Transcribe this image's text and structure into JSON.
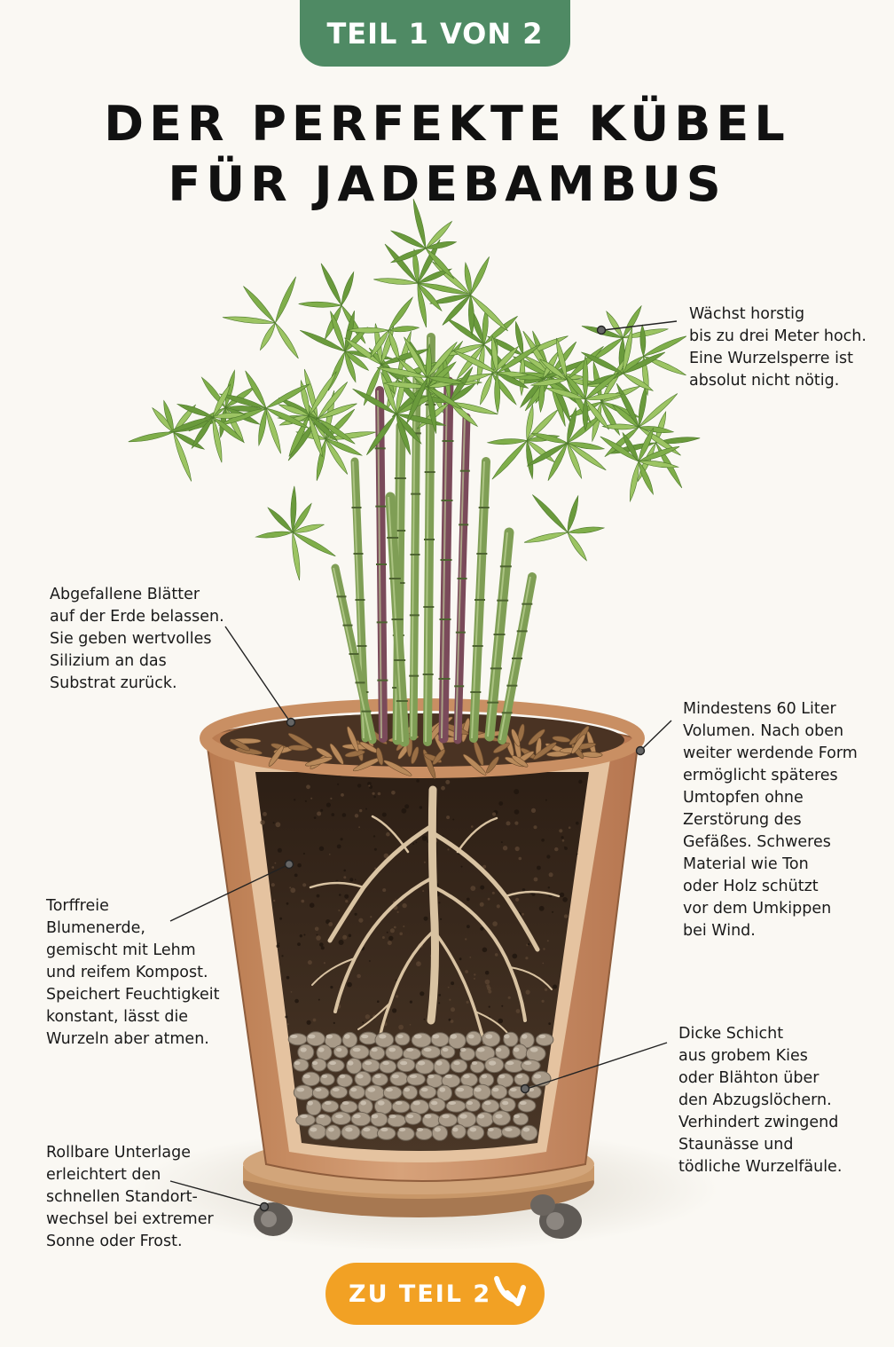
{
  "header": {
    "badge": "TEIL 1 VON 2",
    "title_line1": "DER PERFEKTE KÜBEL",
    "title_line2": "FÜR JADEBAMBUS"
  },
  "annotations": {
    "growth": [
      "Wächst horstig",
      "bis zu drei Meter hoch.",
      "Eine Wurzelsperre ist",
      "absolut nicht nötig."
    ],
    "leaves": [
      "Abgefallene Blätter",
      "auf der Erde belassen.",
      "Sie geben wertvolles",
      "Silizium an das",
      "Substrat zurück."
    ],
    "volume": [
      "Mindestens 60 Liter",
      "Volumen. Nach oben",
      "weiter werdende Form",
      "ermöglicht späteres",
      "Umtopfen ohne",
      "Zerstörung des",
      "Gefäßes. Schweres",
      "Material wie Ton",
      "oder Holz schützt",
      "vor dem Umkippen",
      "bei Wind."
    ],
    "soil": [
      "Torffreie",
      "Blumenerde,",
      "gemischt mit Lehm",
      "und reifem Kompost.",
      "Speichert Feuchtigkeit",
      "konstant, lässt die",
      "Wurzeln aber atmen."
    ],
    "drainage": [
      "Dicke Schicht",
      "aus grobem Kies",
      "oder Blähton über",
      "den Abzugslöchern.",
      "Verhindert zwingend",
      "Staunässe und",
      "tödliche Wurzelfäule."
    ],
    "base": [
      "Rollbare Unterlage",
      "erleichtert den",
      "schnellen Standort-",
      "wechsel bei extremer",
      "Sonne oder Frost."
    ]
  },
  "cta": {
    "label": "ZU TEIL 2"
  },
  "colors": {
    "badge": "#4f8a64",
    "cta": "#f2a124",
    "pot": "#c98f63",
    "pot_light": "#e2bd98",
    "soil": "#3b2a1e",
    "root": "#d9c3a2",
    "pebble": "#a89a88",
    "leaf": "#7fae4a",
    "stem": "#7f9e55",
    "stem_purple": "#7a4a5a"
  }
}
